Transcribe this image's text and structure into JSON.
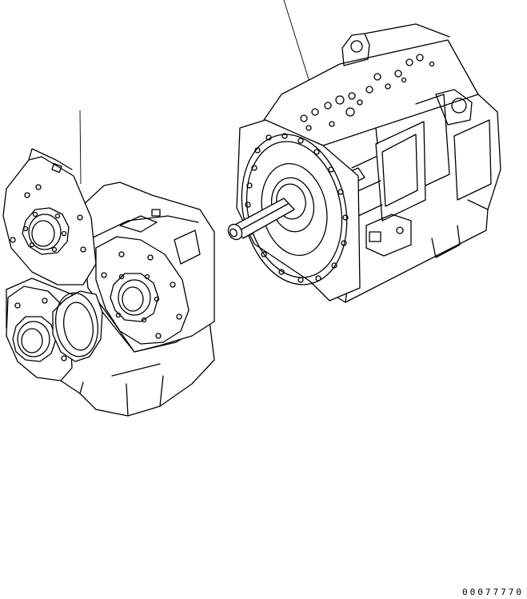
{
  "figure": {
    "part_number": "00077770",
    "parts": [
      "transmission-assembly",
      "torque-converter-housing"
    ],
    "line_color": "#000000",
    "background": "#ffffff"
  }
}
